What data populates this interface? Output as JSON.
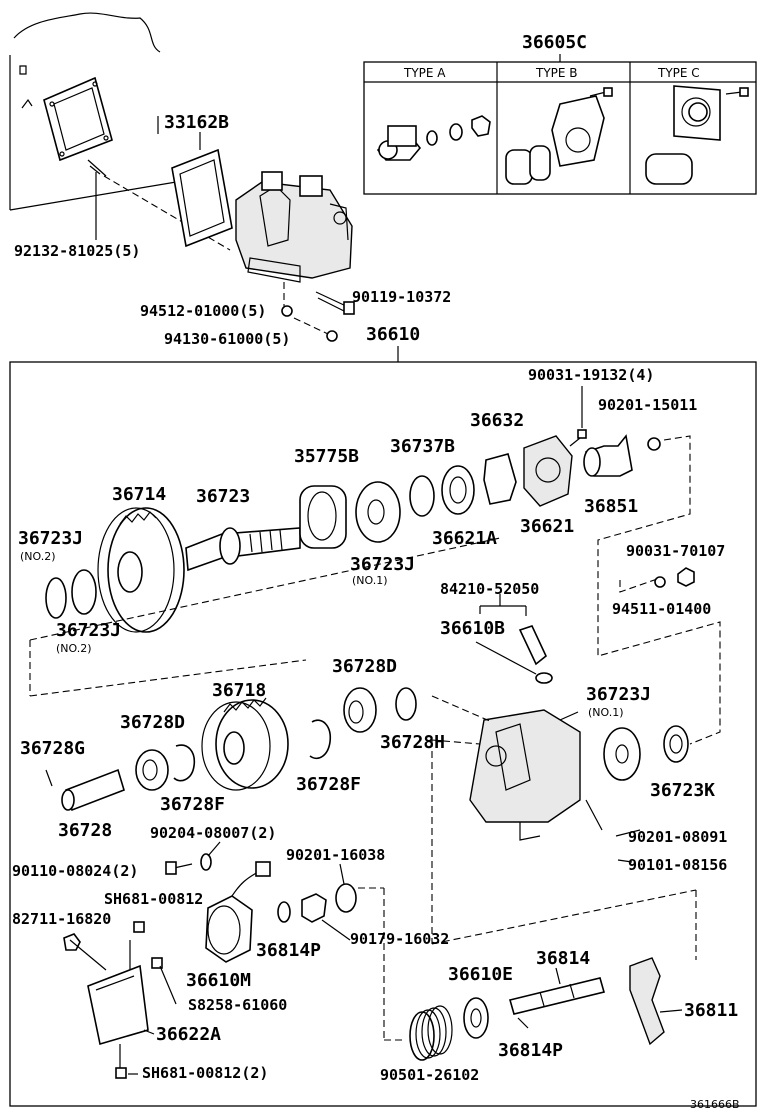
{
  "labels": {
    "top_kit": "36605C",
    "type_a": "TYPE A",
    "type_b": "TYPE B",
    "type_c": "TYPE C",
    "p33162B": "33162B",
    "p92132": "92132-81025(5)",
    "p90119": "90119-10372",
    "p94512": "94512-01000(5)",
    "p94130": "94130-61000(5)",
    "assy": "36610",
    "p90031_19132": "90031-19132(4)",
    "p90201_15011": "90201-15011",
    "p36632": "36632",
    "p36737B": "36737B",
    "p35775B": "35775B",
    "p36714": "36714",
    "p36723": "36723",
    "p36621A": "36621A",
    "p36621": "36621",
    "p36851": "36851",
    "p36723J_a": "36723J",
    "no2_a": "(NO.2)",
    "p36723J_no1": "36723J",
    "no1_a": "(NO.1)",
    "p90031_70107": "90031-70107",
    "p94511": "94511-01400",
    "p84210": "84210-52050",
    "p36610B": "36610B",
    "p36723J_b": "36723J",
    "no2_b": "(NO.2)",
    "p36728D_top": "36728D",
    "p36718": "36718",
    "p36723J_c": "36723J",
    "no1_b": "(NO.1)",
    "p36728D": "36728D",
    "p36728H": "36728H",
    "p36728G": "36728G",
    "p36728F_a": "36728F",
    "p36728F_b": "36728F",
    "p36723K": "36723K",
    "p36728": "36728",
    "p90204": "90204-08007(2)",
    "p90201_08091": "90201-08091",
    "p90110": "90110-08024(2)",
    "p90201_16038": "90201-16038",
    "p90101": "90101-08156",
    "pSH681_a": "SH681-00812",
    "p82711": "82711-16820",
    "p36814P_a": "36814P",
    "p90179": "90179-16032",
    "p36610M": "36610M",
    "pS8258": "S8258-61060",
    "p36814": "36814",
    "p36610E": "36610E",
    "p36811": "36811",
    "p36622A": "36622A",
    "p36814P_b": "36814P",
    "pSH681_b": "SH681-00812(2)",
    "p90501": "90501-26102",
    "fig_code": "361666B"
  }
}
